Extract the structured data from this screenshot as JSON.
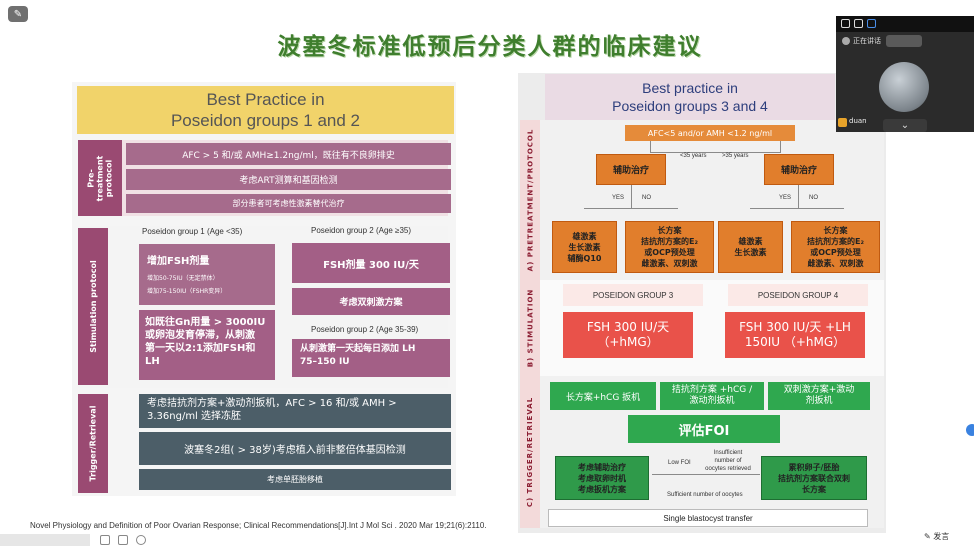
{
  "slide": {
    "title": "波塞冬标准低预后分类人群的临床建议",
    "left": {
      "header": "Best Practice in\nPoseidon groups 1 and 2",
      "side_pre": "Pre-treatment\nprotocol",
      "side_stim": "Stimulation protocol",
      "side_trig": "Trigger/Retrieval",
      "pre1": "AFC > 5 和/或 AMH≥1.2ng/ml，既往有不良卵排史",
      "pre2": "考虑ART测算和基因检测",
      "pre3": "部分患者可考虑性激素替代治疗",
      "g1_label": "Poseidon group 1 (Age <35)",
      "g2_label": "Poseidon group 2 (Age ≥35)",
      "g1_box_title": "增加FSH剂量",
      "g1_box_sub1": "增加50-75IU（无定禁体）",
      "g1_box_sub2": "增加75-150IU（FSHR变异）",
      "g2_box": "FSH剂量 300 IU/天",
      "g2_dual": "考虑双刺激方案",
      "g1_box2": "如既往Gn用量 > 3000IU\n或卵泡发育停滞，从刺激\n第一天以2:1添加FSH和\nLH",
      "g2b_label": "Poseidon group 2 (Age 35-39)",
      "g2b_box": "从刺激第一天起每日添加 LH\n75–150 IU",
      "trig1": "考虑拮抗剂方案+激动剂扳机，AFC > 16 和/或 AMH >\n3.36ng/ml 选择冻胚",
      "trig2": "波塞冬2组( > 38岁)考虑植入前非整倍体基因检测",
      "trig3": "考虑单胚胎移植"
    },
    "footnote": "Novel Physiology and Definition of Poor Ovarian Response; Clinical Recommendations[J].Int J Mol Sci . 2020 Mar 19;21(6):2110.",
    "right": {
      "header": "Best practice in\nPoseidon groups 3 and 4",
      "side_a": "A) PRETREATMENT/PROTOCOL",
      "side_b": "B) STIMULATION",
      "side_c": "C) TRIGGER/RETRIEVAL",
      "afc": "AFC<5 and/or AMH <1.2 ng/ml",
      "lt35": "<35 years",
      "gt35": ">35 years",
      "adj1": "辅助治疗",
      "adj2": "辅助治疗",
      "yes1": "YES",
      "no1": "NO",
      "yes2": "YES",
      "no2": "NO",
      "o1": "雄激素\n生长激素\n辅酶Q10",
      "o2": "长方案\n拮抗剂方案的E₂\n或OCP预处理\n雌激素、双刺激",
      "o3": "雄激素\n生长激素",
      "o4": "长方案\n拮抗剂方案的E₂\n或OCP预处理\n雌激素、双刺激",
      "grp3": "POSEIDON GROUP 3",
      "grp4": "POSEIDON GROUP 4",
      "fsh3": "FSH 300 IU/天\n（+hMG）",
      "fsh4": "FSH 300 IU/天 +LH\n150IU （+hMG）",
      "t1": "长方案+hCG 扳机",
      "t2": "拮抗剂方案 +hCG /\n激动剂扳机",
      "t3": "双刺激方案+激动\n剂扳机",
      "foi": "评估FOI",
      "low_foi": "Low FOI",
      "insuff": "Insufficient\nnumber of\noocytes retrieved",
      "suff": "Sufficient number of oocytes",
      "g_left": "考虑辅助治疗\n考虑取卵时机\n考虑扳机方案",
      "g_right": "累积卵子/胚胎\n拮抗剂方案联合双刺\n长方案",
      "transfer": "Single blastocyst transfer"
    }
  },
  "meeting": {
    "speaker_label": "正在讲话",
    "self_name": "duan",
    "share_label": "发言"
  }
}
